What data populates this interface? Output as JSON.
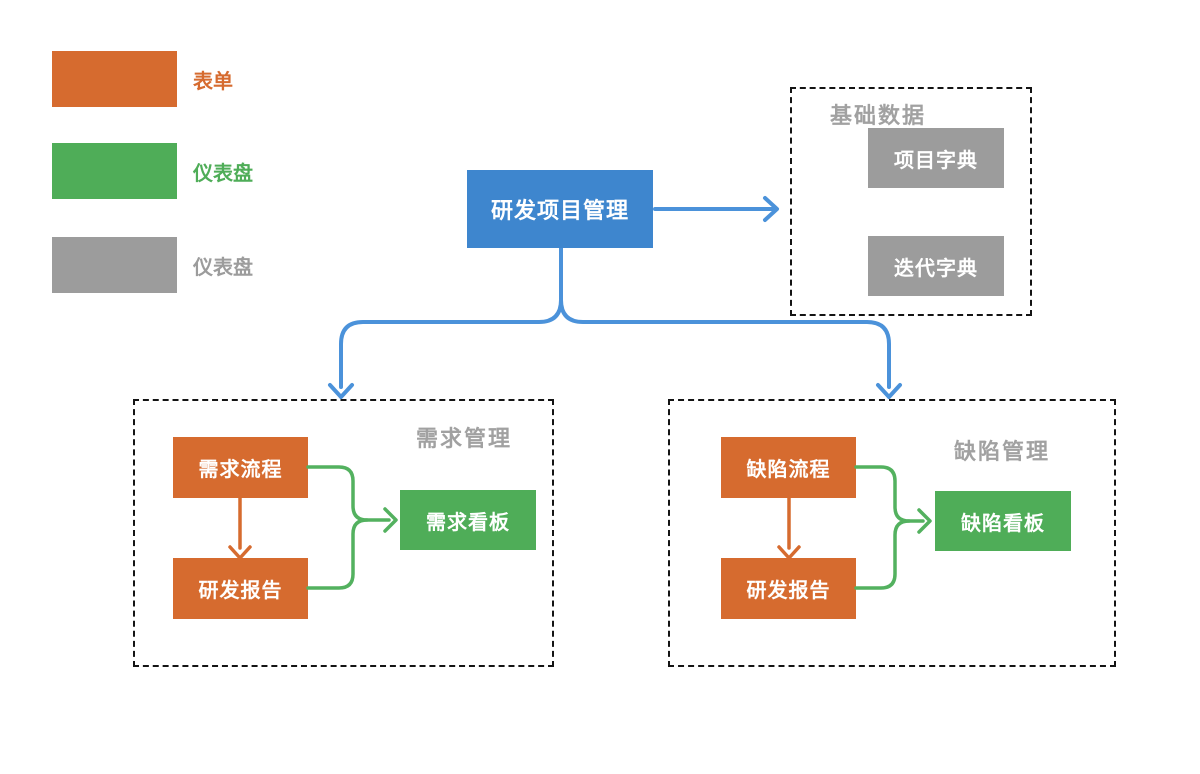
{
  "legend": {
    "items": [
      {
        "label": "表单",
        "color": "#D66B2F"
      },
      {
        "label": "仪表盘",
        "color": "#4FAD58"
      },
      {
        "label": "仪表盘",
        "color": "#9C9C9C"
      }
    ]
  },
  "root_node": {
    "label": "研发项目管理",
    "fill": "#3E86CE"
  },
  "panels": {
    "base_data": {
      "title": "基础数据",
      "nodes": [
        {
          "label": "项目字典",
          "type": "dashboard-gray"
        },
        {
          "label": "迭代字典",
          "type": "dashboard-gray"
        }
      ]
    },
    "requirements": {
      "title": "需求管理",
      "nodes": [
        {
          "label": "需求流程",
          "type": "form"
        },
        {
          "label": "研发报告",
          "type": "form"
        },
        {
          "label": "需求看板",
          "type": "dashboard"
        }
      ]
    },
    "defects": {
      "title": "缺陷管理",
      "nodes": [
        {
          "label": "缺陷流程",
          "type": "form"
        },
        {
          "label": "研发报告",
          "type": "form"
        },
        {
          "label": "缺陷看板",
          "type": "dashboard"
        }
      ]
    }
  },
  "colors": {
    "form_orange": "#D66B2F",
    "dashboard_green": "#4FAD58",
    "basic_gray": "#9C9C9C",
    "root_blue": "#3E86CE",
    "connector_blue": "#4B92DA",
    "connector_green": "#53B15F",
    "connector_orange": "#D66B2F",
    "panel_title_gray": "#A1A1A1"
  }
}
